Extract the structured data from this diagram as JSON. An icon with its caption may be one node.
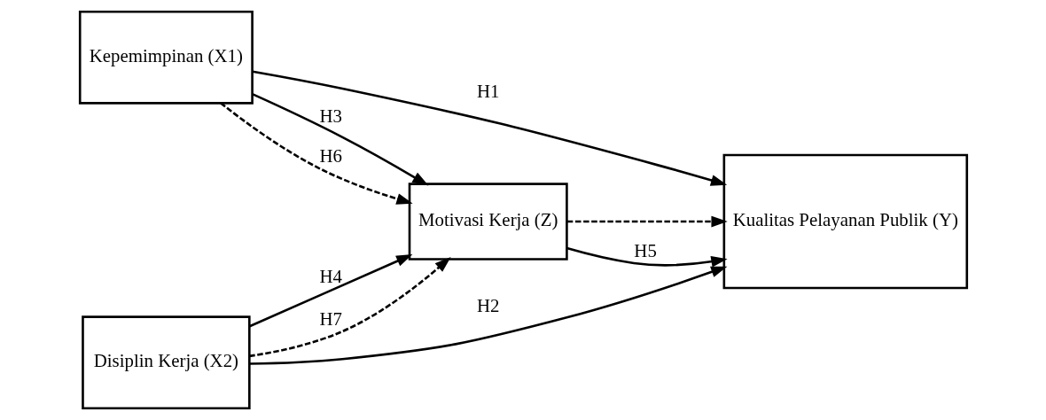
{
  "diagram": {
    "nodes": [
      {
        "text": [
          "Kepemimpinan (X1)"
        ]
      },
      {
        "text": [
          "Disiplin Kerja (X2)"
        ]
      },
      {
        "text": [
          "Motivasi Kerja (Z)"
        ]
      },
      {
        "text": [
          "Kualitas Pelayanan Publik (Y)"
        ]
      }
    ],
    "edges": [
      {
        "from": 0,
        "to": 3,
        "arrow": "to",
        "label": "H1"
      },
      {
        "from": 1,
        "to": 3,
        "arrow": "to",
        "label": "H2"
      },
      {
        "from": 0,
        "to": 2,
        "arrow": "to",
        "label": "H3"
      },
      {
        "from": 0,
        "to": 2,
        "arrow": "to",
        "label": "H6",
        "style": "dashed"
      },
      {
        "from": 1,
        "to": 2,
        "arrow": "to",
        "label": "H4"
      },
      {
        "from": 1,
        "to": 2,
        "arrow": "to",
        "label": "H7",
        "style": "dashed"
      },
      {
        "from": 2,
        "to": 3,
        "arrow": "to",
        "label": "H5"
      },
      {
        "from": 2,
        "to": 3,
        "arrow": "to",
        "style": "dashed"
      }
    ]
  }
}
